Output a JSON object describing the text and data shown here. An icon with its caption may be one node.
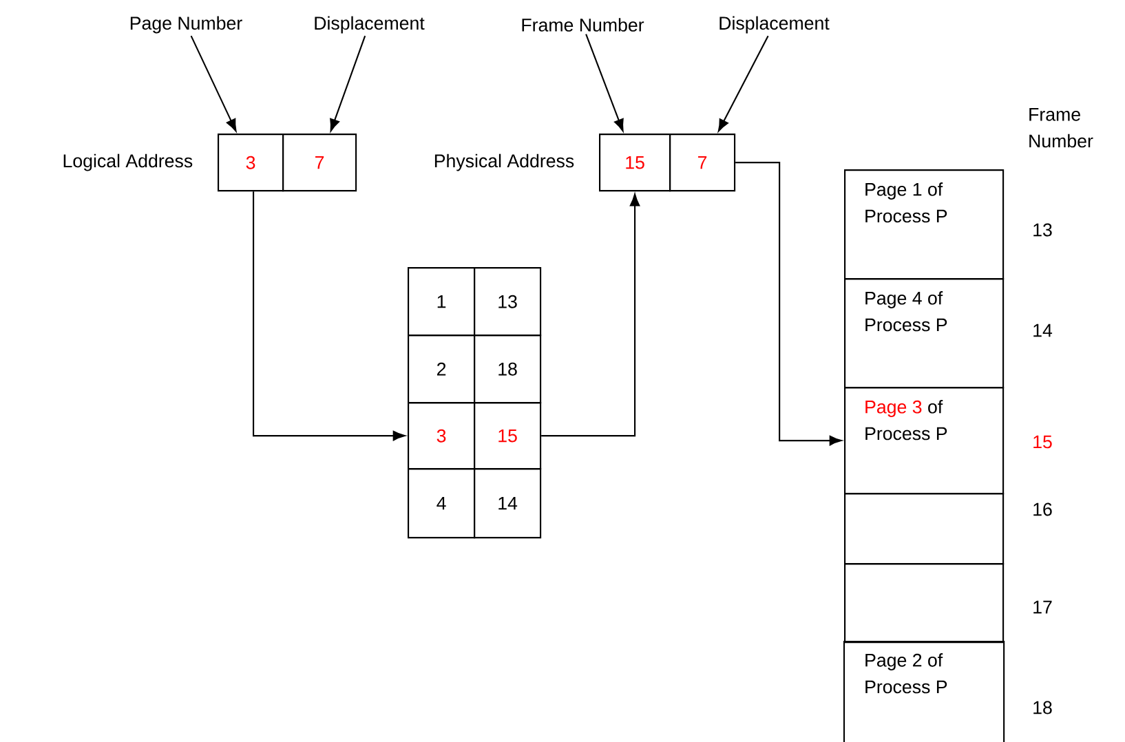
{
  "diagram": {
    "nodes": [
      {
        "text": [
          "Page Number"
        ]
      },
      {
        "text": [
          "Displacement"
        ]
      },
      {
        "text": [
          "Frame Number"
        ]
      },
      {
        "text": [
          "Displacement"
        ]
      },
      {
        "text": [
          "3"
        ],
        "beside": [
          "Logical Address"
        ]
      },
      {
        "text": [
          "7"
        ]
      },
      {
        "text": [
          "15"
        ],
        "beside": [
          "Physical Address"
        ]
      },
      {
        "text": [
          "7"
        ]
      },
      {
        "text": [
          "1"
        ]
      },
      {
        "text": [
          "13"
        ]
      },
      {
        "text": [
          "2"
        ]
      },
      {
        "text": [
          "18"
        ]
      },
      {
        "text": [
          "3"
        ]
      },
      {
        "text": [
          "15"
        ]
      },
      {
        "text": [
          "4"
        ]
      },
      {
        "text": [
          "14"
        ]
      },
      {
        "text": [
          "Page 1 of Process P"
        ],
        "beside": [
          "13"
        ]
      },
      {
        "text": [
          "Page 4 of Process P"
        ],
        "beside": [
          "14"
        ]
      },
      {
        "text": [
          "Page 3",
          "of Process P"
        ],
        "beside": [
          "15"
        ]
      },
      {
        "text": [],
        "shape": "box",
        "beside": [
          "16"
        ]
      },
      {
        "text": [],
        "shape": "box",
        "beside": [
          "17"
        ]
      },
      {
        "text": [
          "Page 2 of Process P"
        ],
        "beside": [
          "18"
        ]
      }
    ],
    "edges": [
      {
        "from": 0,
        "to": 4,
        "arrow": "to"
      },
      {
        "from": 1,
        "to": 5,
        "arrow": "to"
      },
      {
        "from": 2,
        "to": 6,
        "arrow": "to"
      },
      {
        "from": 3,
        "to": 7,
        "arrow": "to"
      },
      {
        "from": 4,
        "to": 12,
        "arrow": "to"
      },
      {
        "from": 13,
        "to": 6,
        "arrow": "to"
      },
      {
        "from": 7,
        "to": 18,
        "arrow": "to"
      }
    ],
    "labels": [
      "Frame Number"
    ]
  }
}
